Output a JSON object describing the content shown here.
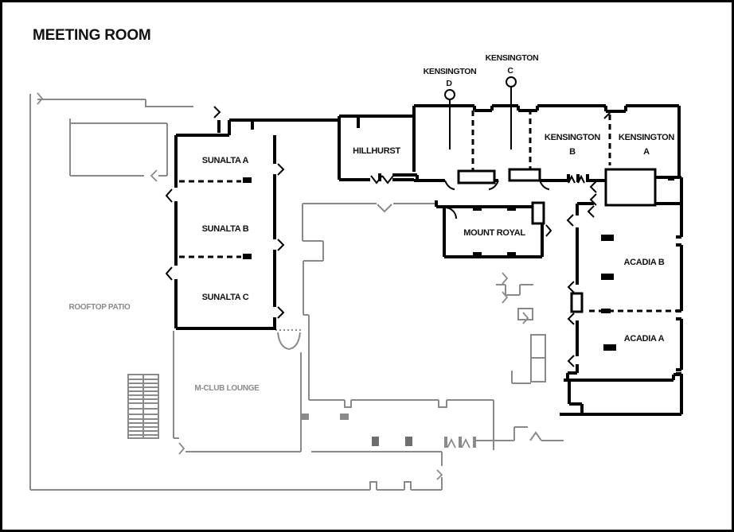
{
  "title": "MEETING ROOM",
  "labels": {
    "sunalta_a": "SUNALTA A",
    "sunalta_b": "SUNALTA B",
    "sunalta_c": "SUNALTA C",
    "hillhurst": "HILLHURST",
    "mount_royal": "MOUNT ROYAL",
    "acadia_b": "ACADIA B",
    "acadia_a": "ACADIA A",
    "rooftop_patio": "ROOFTOP PATIO",
    "m_club_lounge": "M-CLUB LOUNGE",
    "kensington_word": "KENSINGTON",
    "kensington_a_letter": "A",
    "kensington_b_letter": "B",
    "kensington_c_letter": "C",
    "kensington_d_letter": "D"
  },
  "colors": {
    "primary_walls": "#000000",
    "secondary_walls": "#8a8a8a",
    "background": "#ffffff"
  }
}
